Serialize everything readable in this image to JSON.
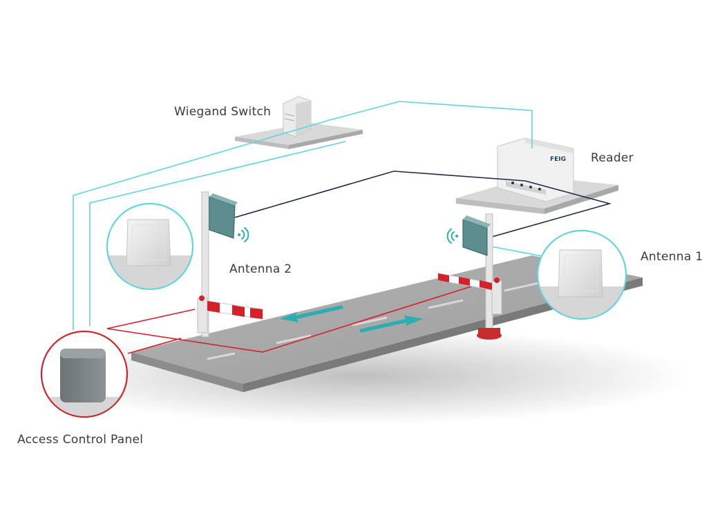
{
  "labels": {
    "wiegand_switch": "Wiegand Switch",
    "reader": "Reader",
    "antenna_2": "Antenna 2",
    "antenna_1": "Antenna 1",
    "access_control_panel": "Access Control Panel"
  },
  "reader_brand": "FEIG",
  "colors": {
    "data_line": "#5ed4df",
    "antenna_cable": "#1c2b45",
    "control_line": "#d4202a",
    "road": "#a8a8a8",
    "arrow": "#2aaeb0"
  },
  "icons": [
    "wifi-signal-icon"
  ]
}
